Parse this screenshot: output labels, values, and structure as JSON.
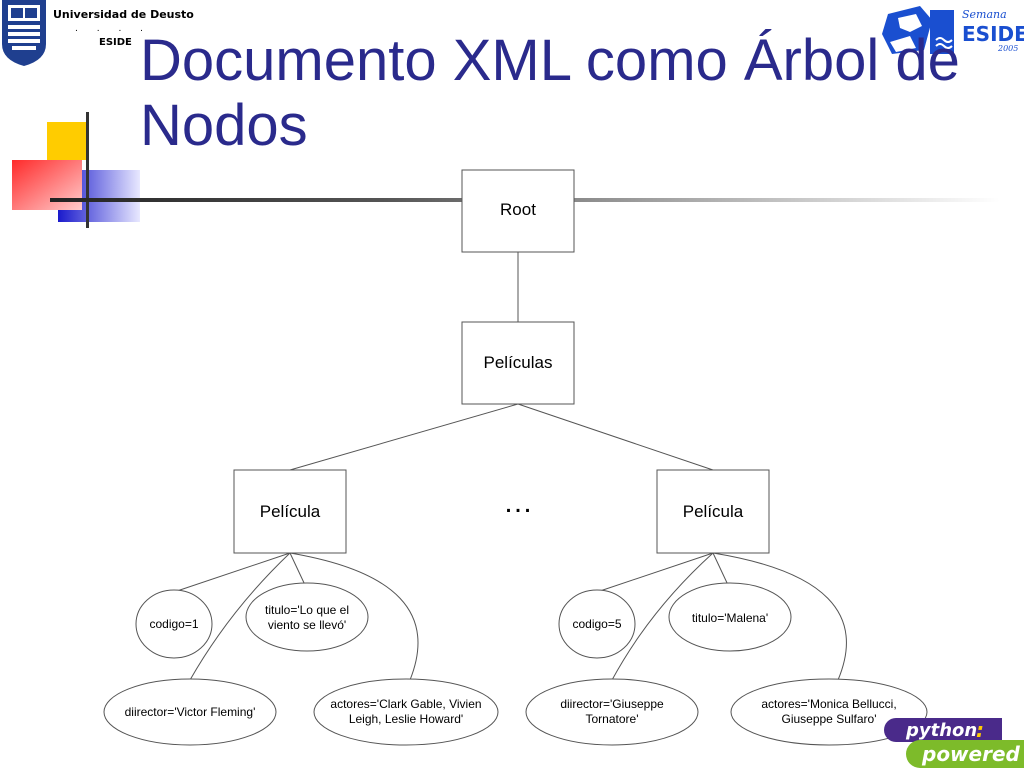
{
  "header": {
    "university": "Universidad de Deusto",
    "faculty": "ESIDE",
    "dots": ". . . .",
    "event_logo_line1": "Semana",
    "event_logo_line2": "ESIDE",
    "event_logo_year": "2005"
  },
  "slide": {
    "title": "Documento XML como Árbol de Nodos"
  },
  "tree": {
    "root": "Root",
    "collection": "Películas",
    "left_item": "Película",
    "right_item": "Película",
    "ellipsis": "…",
    "left_children": {
      "codigo": "codigo=1",
      "titulo_line1": "titulo='Lo que el",
      "titulo_line2": "viento se llevó'",
      "director": "diirector='Victor Fleming'",
      "actores_line1": "actores='Clark Gable, Vivien",
      "actores_line2": "Leigh, Leslie Howard'"
    },
    "right_children": {
      "codigo": "codigo=5",
      "titulo": "titulo='Malena'",
      "director_line1": "diirector='Giuseppe",
      "director_line2": "Tornatore'",
      "actores_line1": "actores='Monica Bellucci,",
      "actores_line2": "Giuseppe Sulfaro'"
    }
  },
  "footer": {
    "badge_line1": "python",
    "badge_sep": ":",
    "badge_line2": "powered"
  },
  "colors": {
    "title": "#2a2a8c",
    "deco_yellow": "#ffcc00",
    "deco_blue": "#1a1acc",
    "deco_red": "#ff3333",
    "badge_green": "#7dbb2a",
    "badge_purple": "#4a2a8a"
  }
}
